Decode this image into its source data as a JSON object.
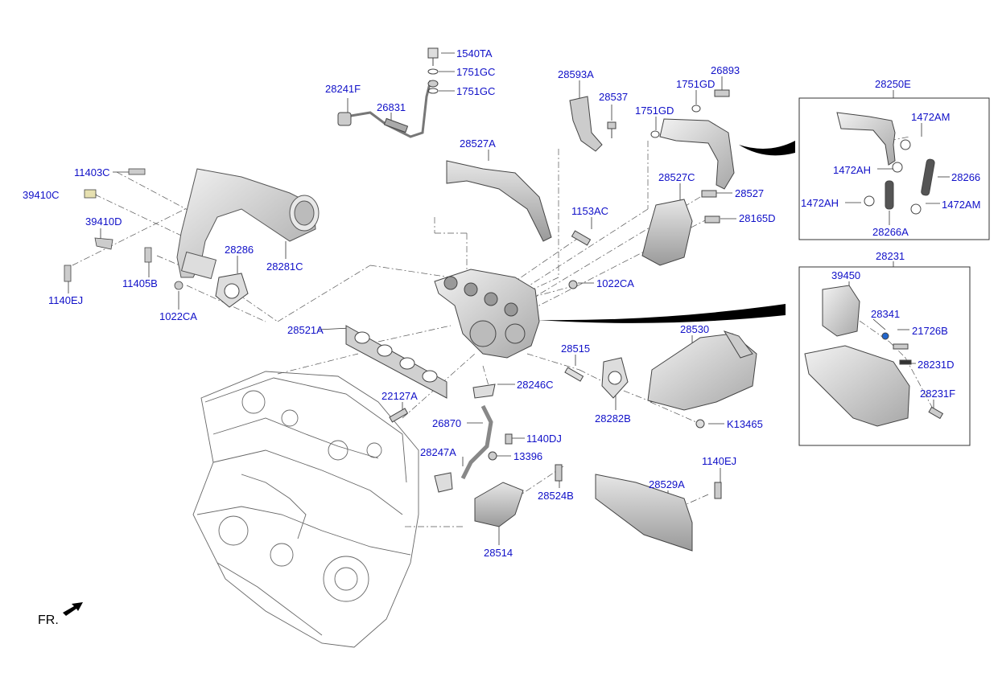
{
  "labels": {
    "p1540TA": "1540TA",
    "p1751GC_a": "1751GC",
    "p1751GC_b": "1751GC",
    "p28241F": "28241F",
    "p26831": "26831",
    "p28593A": "28593A",
    "p28537": "28537",
    "p1751GD_a": "1751GD",
    "p26893": "26893",
    "p1751GD_b": "1751GD",
    "p28527A": "28527A",
    "p11403C": "11403C",
    "p39410C": "39410C",
    "p39410D": "39410D",
    "p1140EJ_a": "1140EJ",
    "p11405B": "11405B",
    "p28286": "28286",
    "p28281C": "28281C",
    "p1022CA_a": "1022CA",
    "p1153AC": "1153AC",
    "p28527C": "28527C",
    "p28527": "28527",
    "p28165D": "28165D",
    "p1022CA_b": "1022CA",
    "p28521A": "28521A",
    "p28530": "28530",
    "p28515": "28515",
    "p22127A": "22127A",
    "p28246C": "28246C",
    "p26870": "26870",
    "p28282B": "28282B",
    "pK13465": "K13465",
    "p1140DJ": "1140DJ",
    "p28247A": "28247A",
    "p13396": "13396",
    "p1140EJ_b": "1140EJ",
    "p28529A": "28529A",
    "p28524B": "28524B",
    "p28514": "28514",
    "p28250E": "28250E",
    "p1472AM_a": "1472AM",
    "p1472AH_a": "1472AH",
    "p28266": "28266",
    "p1472AH_b": "1472AH",
    "p1472AM_b": "1472AM",
    "p28266A": "28266A",
    "p28231": "28231",
    "p39450": "39450",
    "p28341": "28341",
    "p21726B": "21726B",
    "p28231D": "28231D",
    "p28231F": "28231F"
  },
  "direction_label": "FR.",
  "colors": {
    "label": "#1010c8",
    "line": "#333333",
    "part_fill": "#d9d9d9"
  }
}
